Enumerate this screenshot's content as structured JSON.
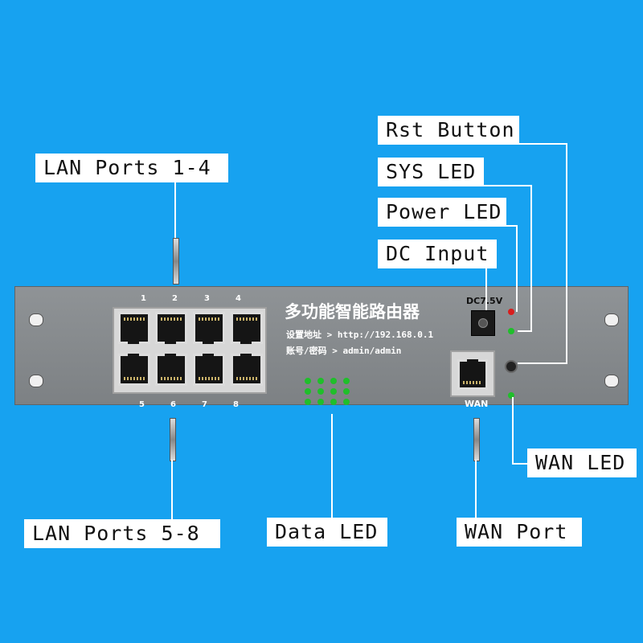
{
  "callouts": {
    "lan_1_4": "LAN Ports 1-4",
    "lan_5_8": "LAN Ports 5-8",
    "data_led": "Data LED",
    "wan_port": "WAN Port",
    "wan_led": "WAN LED",
    "rst_button": "Rst Button",
    "sys_led": "SYS LED",
    "power_led": "Power LED",
    "dc_input": "DC Input"
  },
  "panel": {
    "title": "多功能智能路由器",
    "setup_line": "设置地址 > http://192.168.0.1",
    "account_line": "账号/密码 > admin/admin",
    "dc_label": "DC7.5V",
    "wan_label": "WAN",
    "top_port_numbers": [
      "1",
      "2",
      "3",
      "4"
    ],
    "bottom_port_numbers": [
      "5",
      "6",
      "7",
      "8"
    ]
  },
  "colors": {
    "background": "#17a2f0",
    "panel": "#8a8e91",
    "led_green": "#1fbf2a",
    "led_red": "#d81d1d"
  }
}
